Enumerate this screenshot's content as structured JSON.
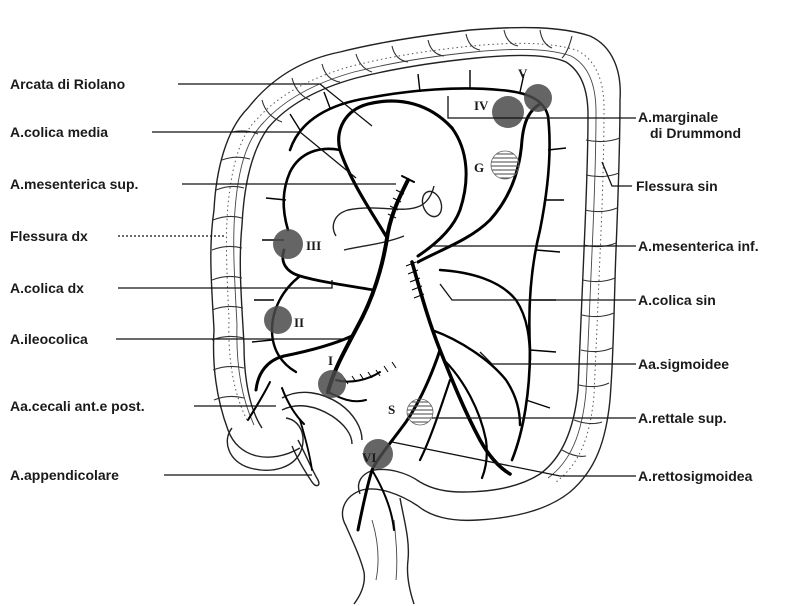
{
  "labels": {
    "arcata_riolano": "Arcata di Riolano",
    "colica_media": "A.colica media",
    "mesenterica_sup": "A.mesenterica sup.",
    "flessura_dx": "Flessura dx",
    "colica_dx": "A.colica dx",
    "ileocolica": "A.ileocolica",
    "cecali": "Aa.cecali ant.e post.",
    "appendicolare": "A.appendicolare",
    "marginale_1": "A.marginale",
    "marginale_2": "di Drummond",
    "flessura_sin": "Flessura sin",
    "mesenterica_inf": "A.mesenterica inf.",
    "colica_sin": "A.colica sin",
    "sigmoidee": "Aa.sigmoidee",
    "rettale_sup": "A.rettale sup.",
    "rettosigmoidea": "A.rettosigmoidea"
  },
  "zones": {
    "I": "I",
    "II": "II",
    "III": "III",
    "IV": "IV",
    "V": "V",
    "VI": "VI",
    "G": "G",
    "S": "S"
  }
}
